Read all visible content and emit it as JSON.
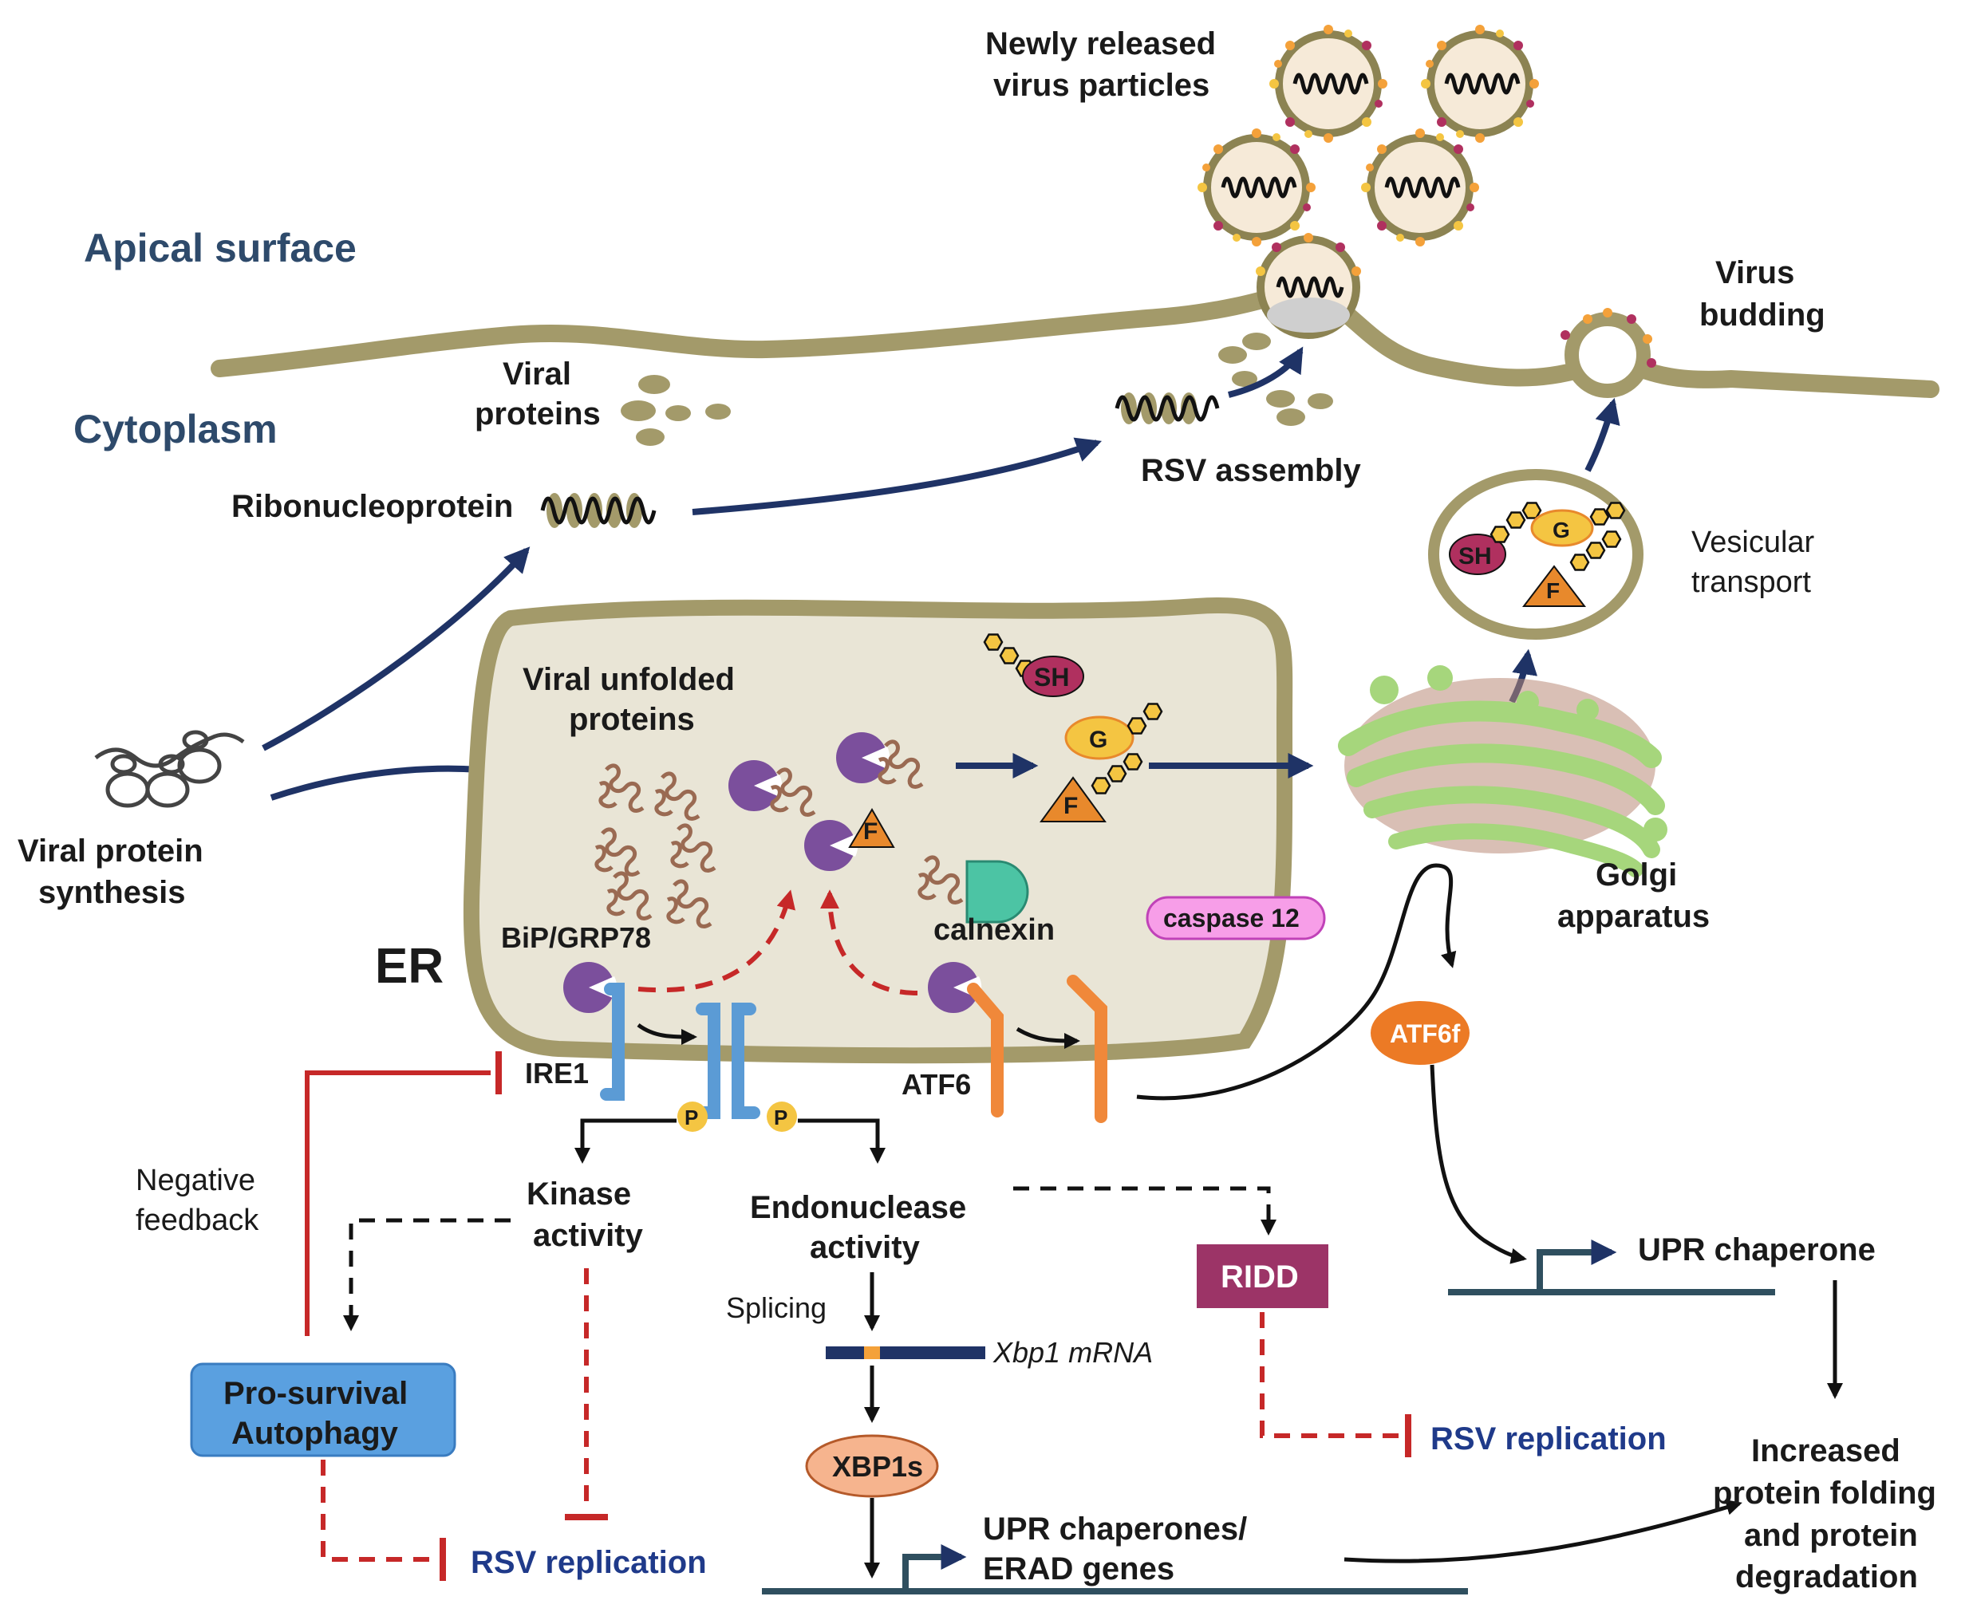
{
  "regions": {
    "apical_surface": "Apical surface",
    "cytoplasm": "Cytoplasm",
    "er": "ER"
  },
  "labels": {
    "newly_released_1": "Newly released",
    "newly_released_2": "virus particles",
    "virus_budding_1": "Virus",
    "virus_budding_2": "budding",
    "viral_proteins_1": "Viral",
    "viral_proteins_2": "proteins",
    "ribonucleoprotein": "Ribonucleoprotein",
    "rsv_assembly": "RSV assembly",
    "vesicular_1": "Vesicular",
    "vesicular_2": "transport",
    "viral_protein_synthesis_1": "Viral protein",
    "viral_protein_synthesis_2": "synthesis",
    "viral_unfolded_1": "Viral unfolded",
    "viral_unfolded_2": "proteins",
    "bip": "BiP/GRP78",
    "calnexin": "calnexin",
    "caspase12": "caspase 12",
    "golgi_1": "Golgi",
    "golgi_2": "apparatus",
    "ire1": "IRE1",
    "atf6": "ATF6",
    "atf6f": "ATF6f",
    "negative_feedback_1": "Negative",
    "negative_feedback_2": "feedback",
    "kinase_1": "Kinase",
    "kinase_2": "activity",
    "endonuclease_1": "Endonuclease",
    "endonuclease_2": "activity",
    "splicing": "Splicing",
    "xbp1_mrna": "Xbp1 mRNA",
    "xbp1s": "XBP1s",
    "ridd": "RIDD",
    "upr_chaperone": "UPR chaperone",
    "upr_erad_1": "UPR chaperones/",
    "upr_erad_2": "ERAD genes",
    "increased_1": "Increased",
    "increased_2": "protein folding",
    "increased_3": "and protein",
    "increased_4": "degradation",
    "prosurvival_1": "Pro-survival",
    "prosurvival_2": "Autophagy",
    "rsv_replication_1": "RSV replication",
    "rsv_replication_2": "RSV replication",
    "phospho": "P",
    "sh": "SH",
    "g": "G",
    "f": "F"
  },
  "colors": {
    "membrane": "#a39a6a",
    "er_fill": "#e9e5d6",
    "navy_arrow": "#1f3366",
    "inhibit_red": "#c62828",
    "ire1_blue": "#5b9bd5",
    "atf6_orange": "#f0883a",
    "bip_purple": "#7b4f9c",
    "sh_magenta": "#b0305f",
    "g_yellow": "#f4c542",
    "f_orange": "#e8892c",
    "calnexin_teal": "#4cc4a4",
    "caspase_pink": "#f79ee8",
    "ridd_maroon": "#9c3467",
    "autophagy_blue": "#5aa0e0",
    "xbp1s_peach": "#f6b48e",
    "atf6f_orange": "#ec7a25"
  }
}
